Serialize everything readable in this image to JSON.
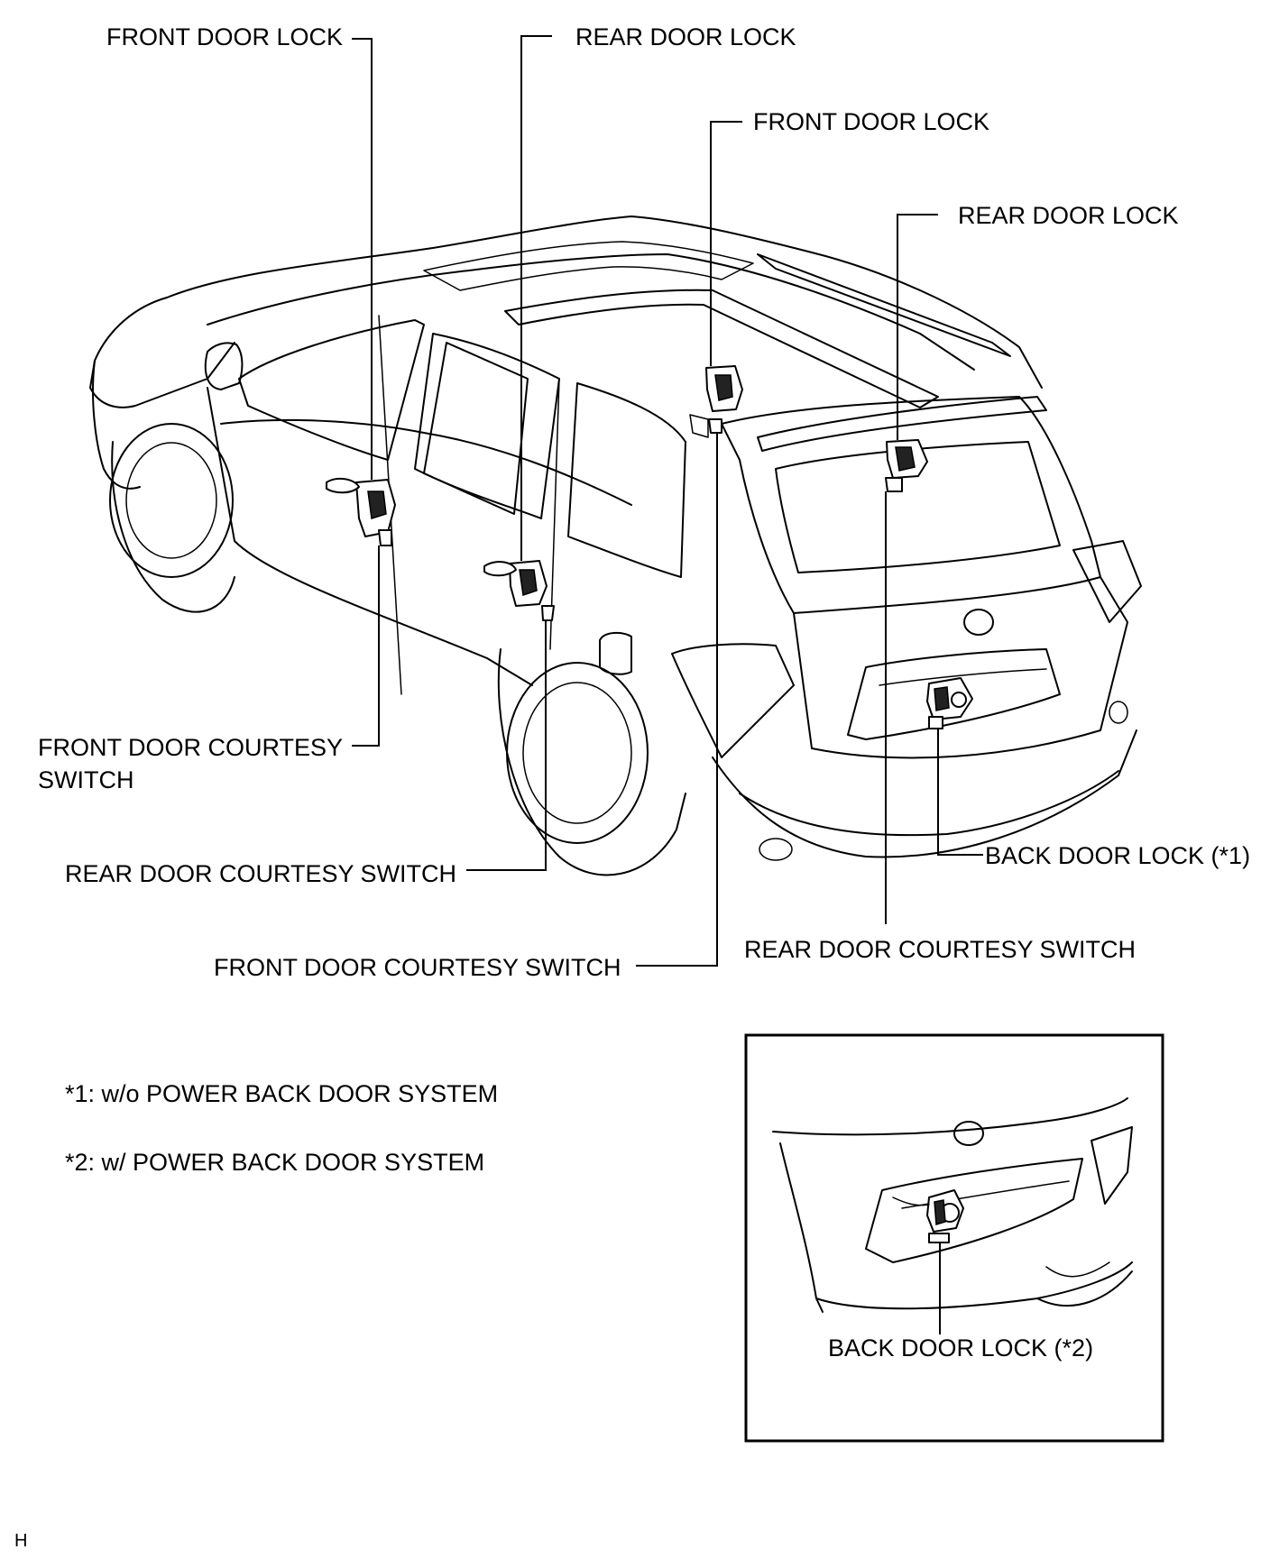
{
  "labels": {
    "front_door_lock_left": "FRONT DOOR LOCK",
    "rear_door_lock_left": "REAR DOOR LOCK",
    "front_door_lock_right": "FRONT DOOR LOCK",
    "rear_door_lock_right": "REAR DOOR LOCK",
    "front_courtesy_left_line1": "FRONT DOOR COURTESY",
    "front_courtesy_left_line2": "SWITCH",
    "rear_courtesy_left": "REAR DOOR COURTESY SWITCH",
    "front_courtesy_bottom": "FRONT DOOR COURTESY SWITCH",
    "back_door_lock_1": "BACK DOOR LOCK (*1)",
    "rear_courtesy_right": "REAR DOOR COURTESY SWITCH",
    "back_door_lock_2": "BACK DOOR LOCK (*2)"
  },
  "notes": {
    "note1": "*1: w/o POWER BACK DOOR SYSTEM",
    "note2": "*2: w/ POWER BACK DOOR SYSTEM"
  },
  "corner_mark": "H"
}
